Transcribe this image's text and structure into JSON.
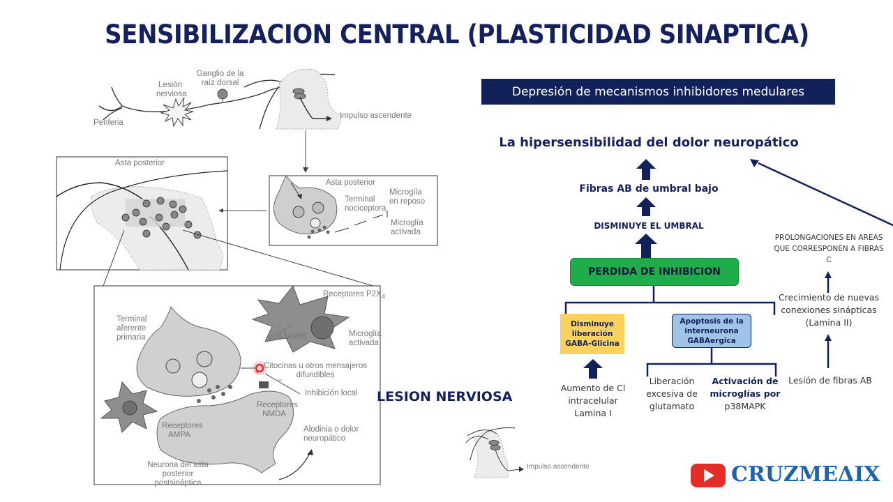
{
  "slide": {
    "title": "SENSIBILIZACION CENTRAL (PLASTICIDAD SINAPTICA)",
    "lesion_label": "LESION NERVIOSA"
  },
  "figure": {
    "top": {
      "lesion": "Lesión nerviosa",
      "ganglion": "Ganglio de la raíz dorsal",
      "periphery": "Periferia",
      "impulse": "Impulso ascendente"
    },
    "asta_panel": {
      "label": "Asta posterior"
    },
    "terminal_panel": {
      "asta": "Asta posterior",
      "terminal": "Terminal nociceptora",
      "microglia_rest": "Microglía en reposo",
      "microglia_active": "Microglía activada"
    },
    "detail_panel": {
      "receptors_p2x4": "Receptores P2X",
      "p2x4_sub": "4",
      "terminal_afferent": "Terminal aferente primaria",
      "ca": "Ca",
      "ca_sup": "2+",
      "p38": "p38 MAPK",
      "microglia_active": "Microglía activada",
      "cytokines": "Citocinas u otros mensajeros difundibles",
      "inhibition": "Inhibición local",
      "nmda": "Receptores NMDA",
      "ampa": "Receptores AMPA",
      "allodynia": "Alodinia o dolor neuropático",
      "neuron": "Neurona del asta posterior postsináptica",
      "plus": "+",
      "minus": "−"
    },
    "mini": {
      "impulse": "Impulso ascendente"
    }
  },
  "flowchart": {
    "header": "Depresión de mecanismos inhibidores medulares",
    "top": "La hipersensibilidad del dolor neuropático",
    "step1": "Fibras AB de umbral bajo",
    "step2": "DISMINUYE EL UMBRAL",
    "main_box": "PERDIDA DE INHIBICION",
    "yellow_box": "Disminuye liberación GABA-Glicina",
    "blue_box": "Apoptosis de la interneurona GABAergica",
    "chloride": "Aumento de Cl intracelular Lamina I",
    "glutamate": "Liberación excesiva de glutamato",
    "microglia_bold": "Activación de microglías por",
    "microglia_rest": "p38MAPK",
    "prolongations": "PROLONGACIONES EN AREAS QUE CORRESPONEN A FIBRAS C",
    "growth": "Crecimiento de nuevas conexiones sinápticas (Lamina II)",
    "injury": "Lesión de fibras AB"
  },
  "brand": {
    "name": "CRUZMEΔIX",
    "icon": "youtube-play-icon",
    "colors": {
      "red": "#e52d27",
      "blue": "#1f63ae",
      "navy": "#13215b",
      "green": "#1fad4b",
      "yellow": "#fbd25e",
      "light_blue": "#9fc4e8"
    }
  }
}
